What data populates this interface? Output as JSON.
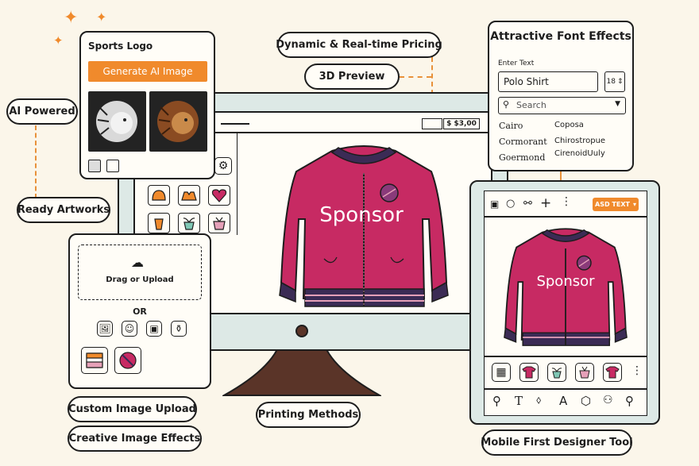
{
  "colors": {
    "accent": "#f08a2c",
    "jacket": "#c72a63",
    "jacket_dark": "#3b2b55",
    "screen_frame": "#dde9e6",
    "stand": "#5a3428",
    "dashed": "#e8913a"
  },
  "features": {
    "ai_powered": "AI Powered",
    "ready_artworks": "Ready Artworks",
    "dynamic_pricing": "Dynamic & Real-time Pricing",
    "preview_3d": "3D Preview",
    "custom_upload": "Custom Image Upload",
    "creative_effects": "Creative Image Effects",
    "printing_methods": "Printing Methods",
    "mobile_first": "Mobile First Designer Tool"
  },
  "sports_logo": {
    "title": "Sports Logo",
    "generate_button": "Generate AI Image",
    "images": [
      "lion-white-icon",
      "lion-brown-icon"
    ]
  },
  "monitor": {
    "price": "$ $3,00",
    "jacket_text": "Sponsor",
    "art_icons": [
      "cap-icon",
      "hat-icon",
      "heart-icon",
      "cup-icon",
      "plant-icon",
      "gift-icon"
    ]
  },
  "upload": {
    "drag_text": "Drag or Upload",
    "or_text": "OR",
    "tool_icons": [
      "image-edit-icon",
      "emoji-icon",
      "image-icon",
      "bucket-icon"
    ],
    "effect_icons": [
      "tray-effect-icon",
      "badge-effect-icon"
    ]
  },
  "font_effects": {
    "title": "Attractive Font Effects",
    "enter_text_label": "Enter Text",
    "text_value": "Polo Shirt",
    "size_value": "18",
    "search_placeholder": "Search",
    "fonts_col1": [
      "Cairo",
      "Cormorant",
      "Goermond"
    ],
    "fonts_col2": [
      "Coposa",
      "Chirostropue",
      "CirenoidUuly"
    ]
  },
  "mobile": {
    "add_text_button": "ASD TEXT",
    "jacket_text": "Sponsor",
    "toolbar_icons": [
      "image-icon",
      "circle-icon",
      "link-icon",
      "plus-icon",
      "more-icon"
    ],
    "product_icons": [
      "grid-icon",
      "tshirt-icon",
      "plant-icon",
      "gift-icon",
      "tshirt-icon-2"
    ],
    "bottom_icons": [
      "search-icon",
      "text-icon",
      "drop-icon",
      "font-icon",
      "shape-icon",
      "user-icon",
      "zoom-icon"
    ]
  }
}
